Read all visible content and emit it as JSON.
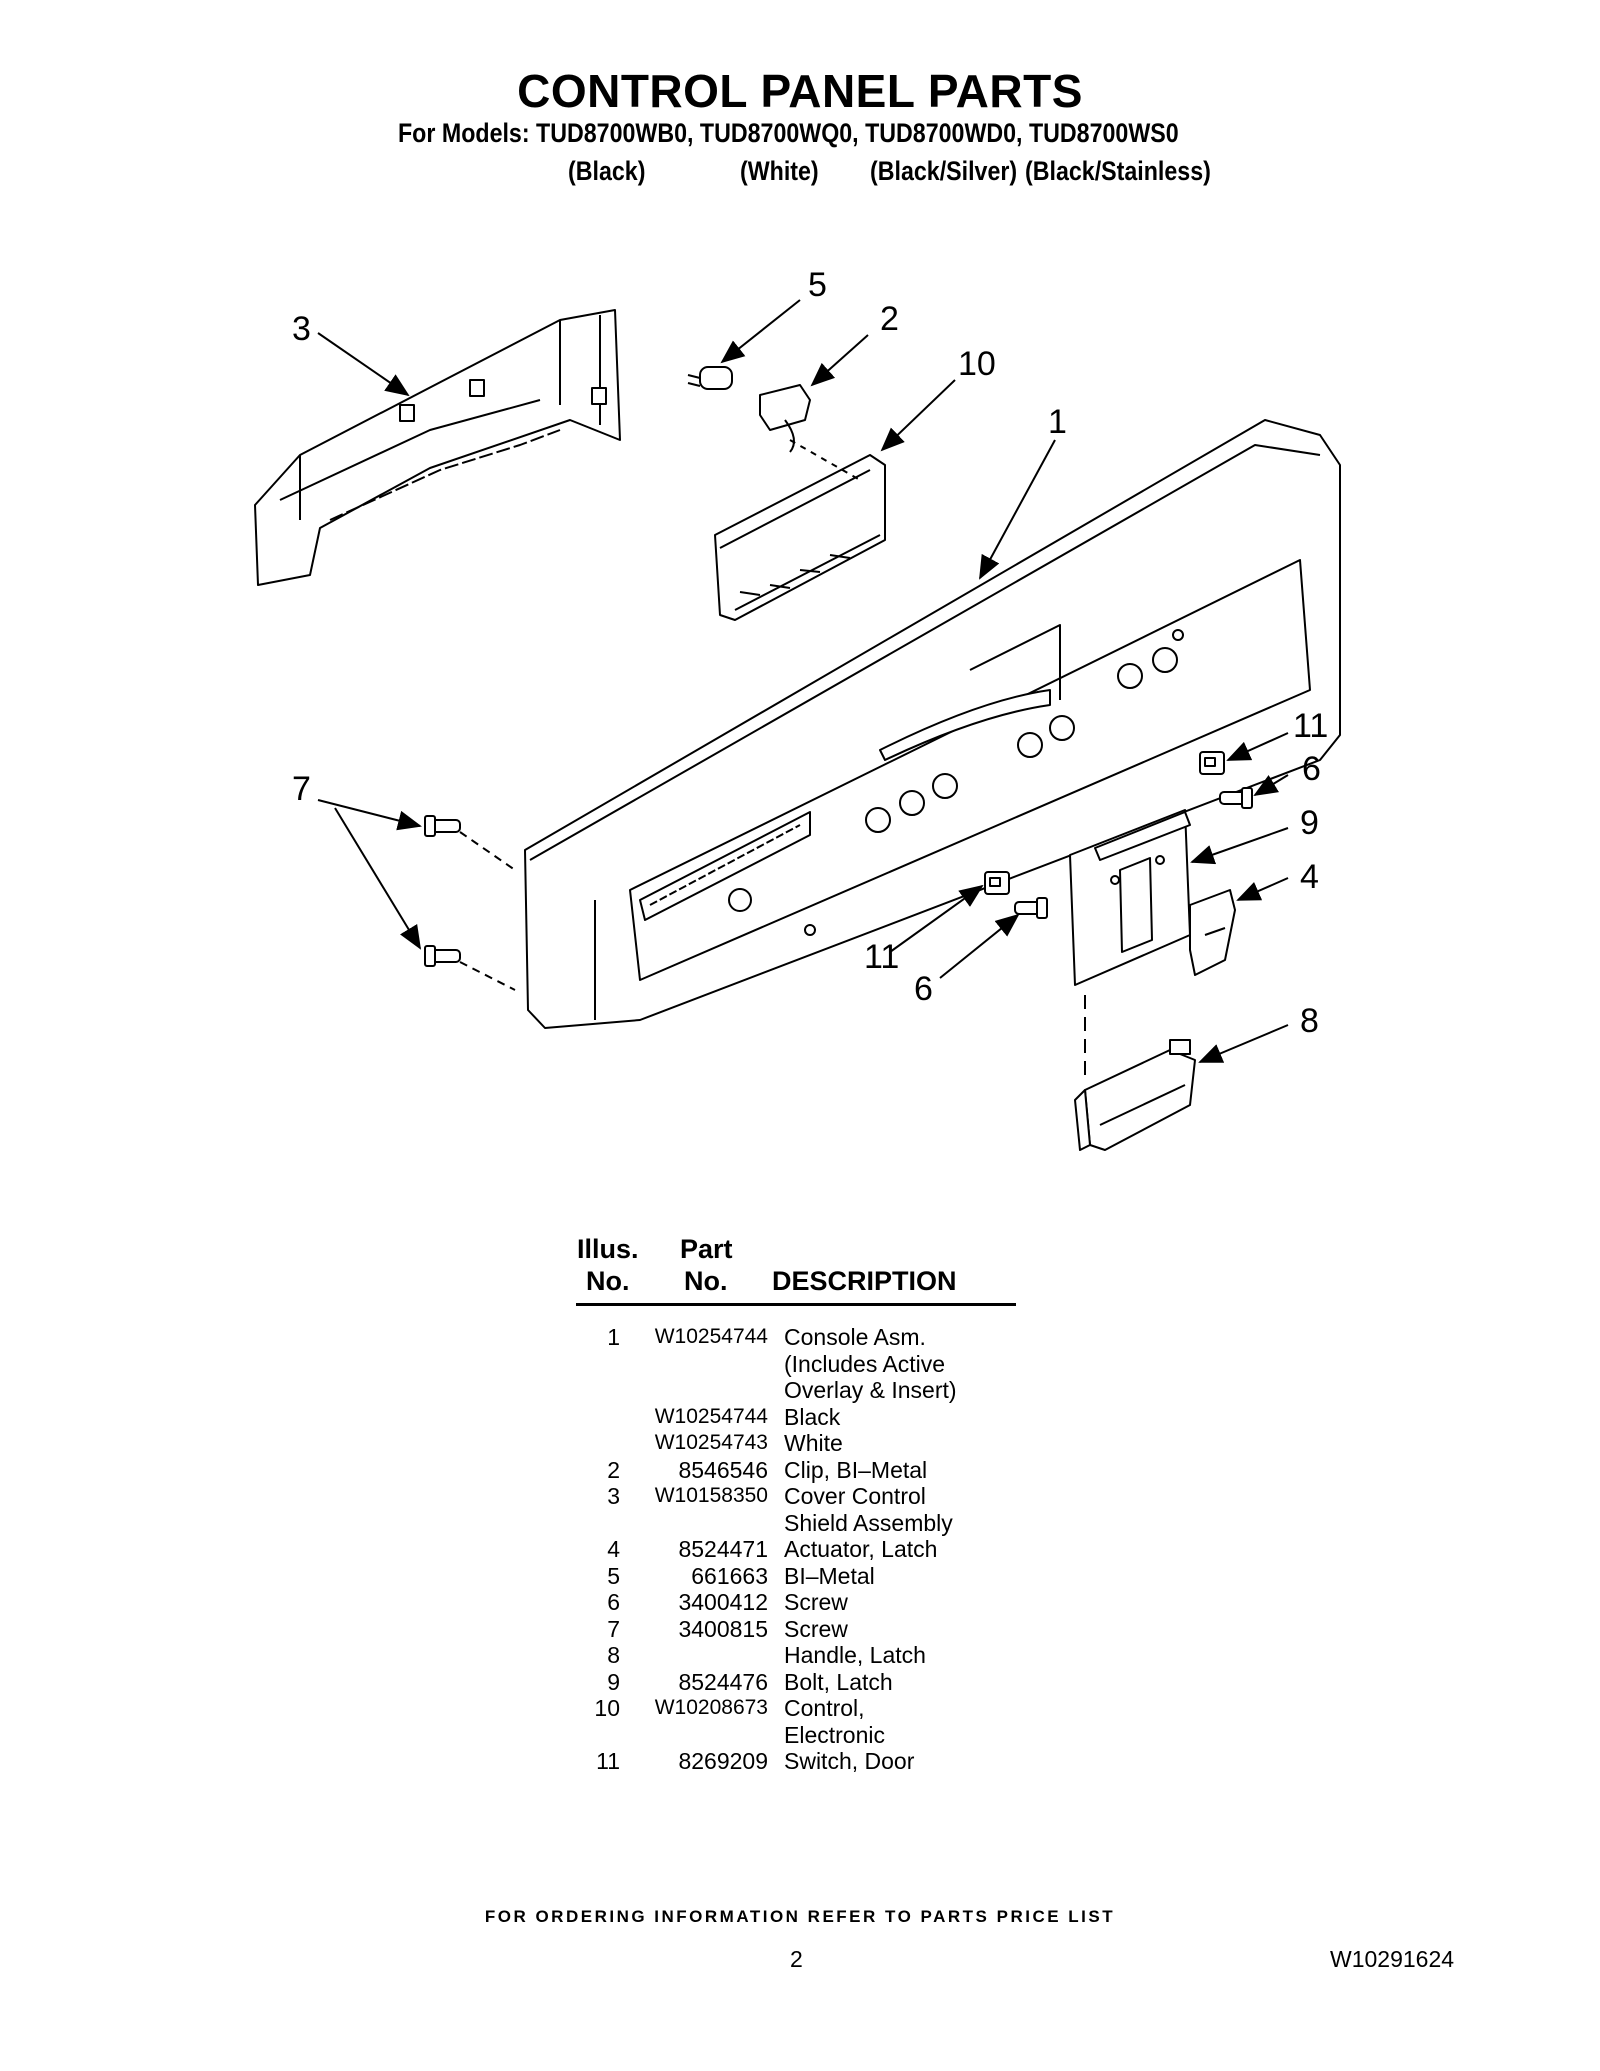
{
  "header": {
    "title": "CONTROL PANEL PARTS",
    "models_line": "For Models: TUD8700WB0, TUD8700WQ0, TUD8700WD0, TUD8700WS0",
    "colors": [
      "(Black)",
      "(White)",
      "(Black/Silver)",
      "(Black/Stainless)"
    ]
  },
  "diagram": {
    "callouts": [
      "1",
      "2",
      "3",
      "4",
      "5",
      "6",
      "6",
      "7",
      "8",
      "9",
      "10",
      "11",
      "11"
    ]
  },
  "table": {
    "headers": {
      "illus_top": "Illus.",
      "illus_bottom": "No.",
      "part_top": "Part",
      "part_bottom": "No.",
      "description": "DESCRIPTION"
    },
    "rows": [
      {
        "no": "1",
        "part": "W10254744",
        "desc": "Console Asm."
      },
      {
        "no": "",
        "part": "",
        "desc": "(Includes Active"
      },
      {
        "no": "",
        "part": "",
        "desc": "Overlay & Insert)"
      },
      {
        "no": "",
        "part": "W10254744",
        "desc": "Black"
      },
      {
        "no": "",
        "part": "W10254743",
        "desc": "White"
      },
      {
        "no": "2",
        "part": "8546546",
        "desc": "Clip, BI–Metal"
      },
      {
        "no": "3",
        "part": "W10158350",
        "desc": "Cover Control"
      },
      {
        "no": "",
        "part": "",
        "desc": "Shield Assembly"
      },
      {
        "no": "4",
        "part": "8524471",
        "desc": "Actuator, Latch"
      },
      {
        "no": "5",
        "part": "661663",
        "desc": "BI–Metal"
      },
      {
        "no": "6",
        "part": "3400412",
        "desc": "Screw"
      },
      {
        "no": "7",
        "part": "3400815",
        "desc": "Screw"
      },
      {
        "no": "8",
        "part": "",
        "desc": "Handle, Latch"
      },
      {
        "no": "9",
        "part": "8524476",
        "desc": "Bolt, Latch"
      },
      {
        "no": "10",
        "part": "W10208673",
        "desc": "Control,"
      },
      {
        "no": "",
        "part": "",
        "desc": "Electronic"
      },
      {
        "no": "11",
        "part": "8269209",
        "desc": "Switch, Door"
      }
    ]
  },
  "footer": {
    "ordering_note": "FOR ORDERING INFORMATION REFER TO PARTS PRICE LIST",
    "page_number": "2",
    "document_number": "W10291624"
  }
}
